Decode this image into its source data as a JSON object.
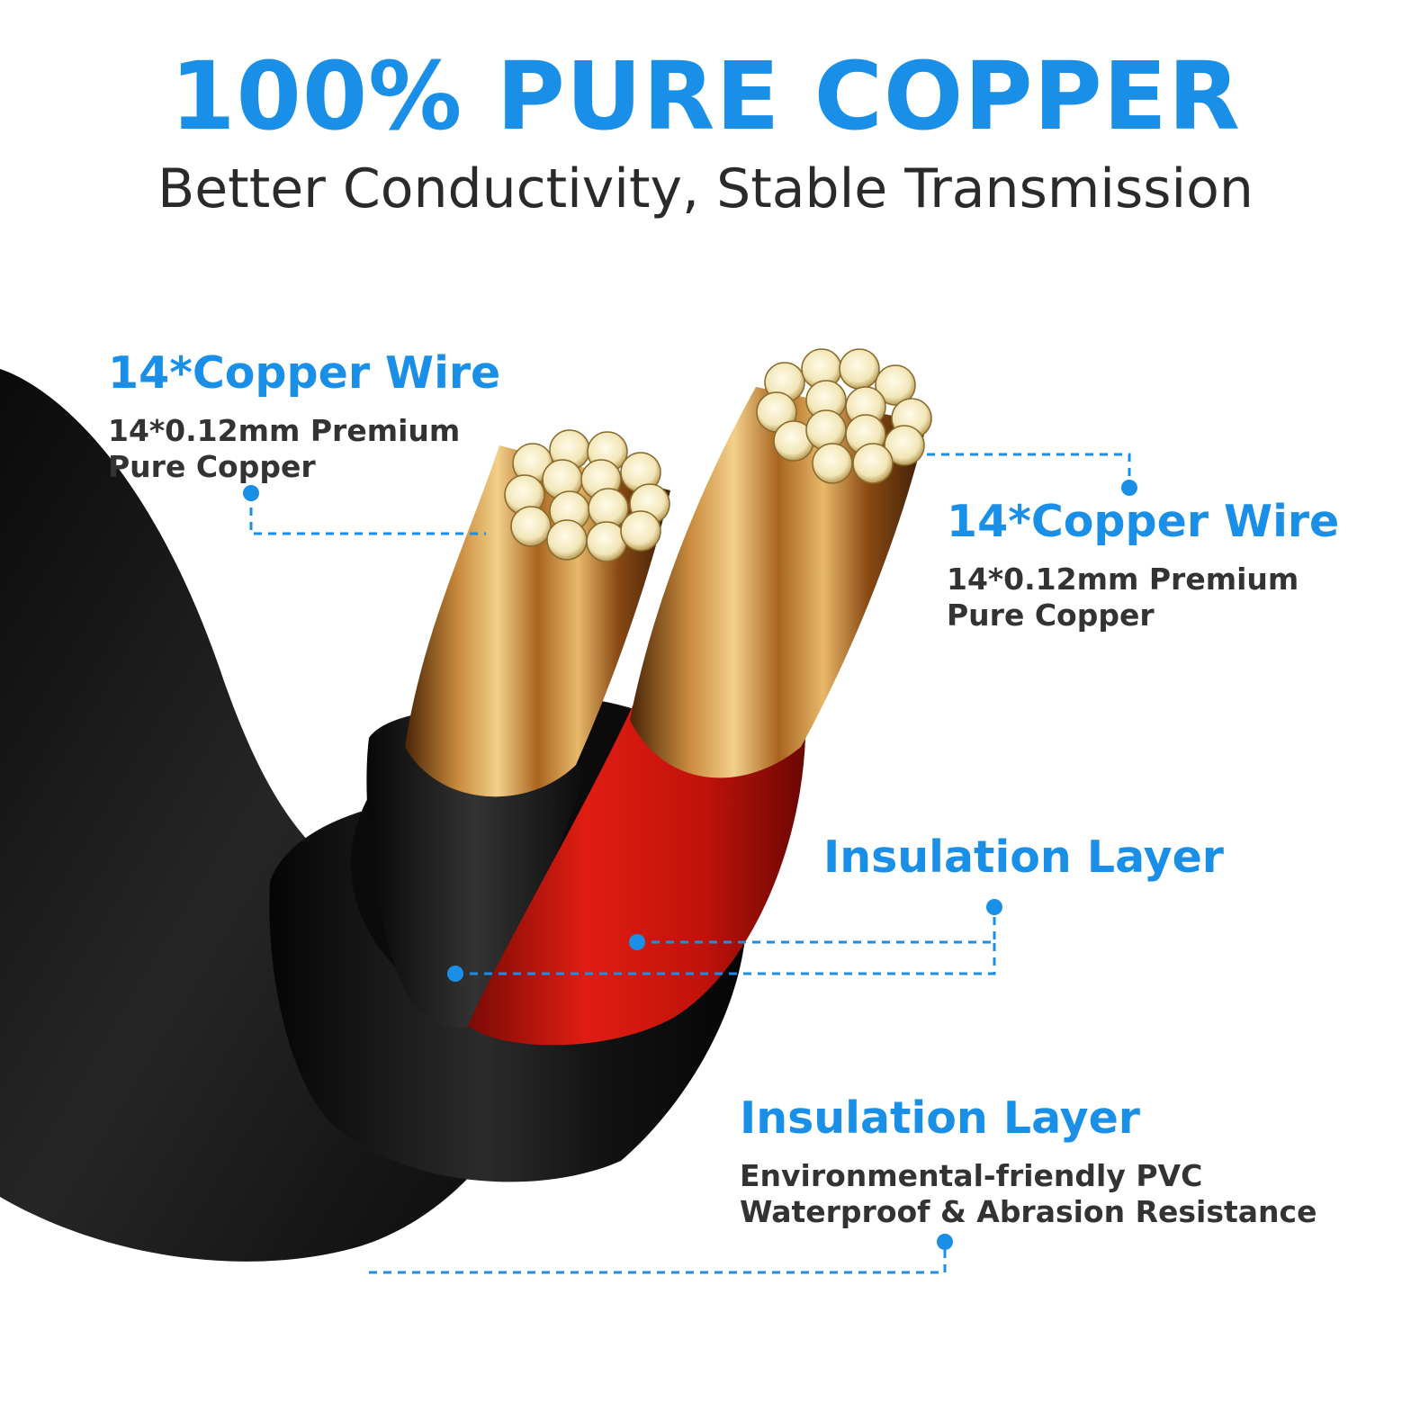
{
  "headline": "100% PURE COPPER",
  "subheadline": "Better Conductivity, Stable Transmission",
  "colors": {
    "accent": "#1a8fe8",
    "text": "#2a2a2a",
    "copper": "#c98a3c",
    "cable_jacket": "#1a1a1a",
    "red_insulation": "#d8160d"
  },
  "callouts": {
    "left_wire": {
      "title": "14*Copper Wire",
      "desc_line1": "14*0.12mm Premium",
      "desc_line2": "Pure Copper"
    },
    "right_wire": {
      "title": "14*Copper Wire",
      "desc_line1": "14*0.12mm Premium",
      "desc_line2": "Pure Copper"
    },
    "inner_insulation": {
      "title": "Insulation Layer"
    },
    "outer_insulation": {
      "title": "Insulation Layer",
      "desc_line1": "Environmental-friendly PVC",
      "desc_line2": "Waterproof & Abrasion Resistance"
    }
  }
}
